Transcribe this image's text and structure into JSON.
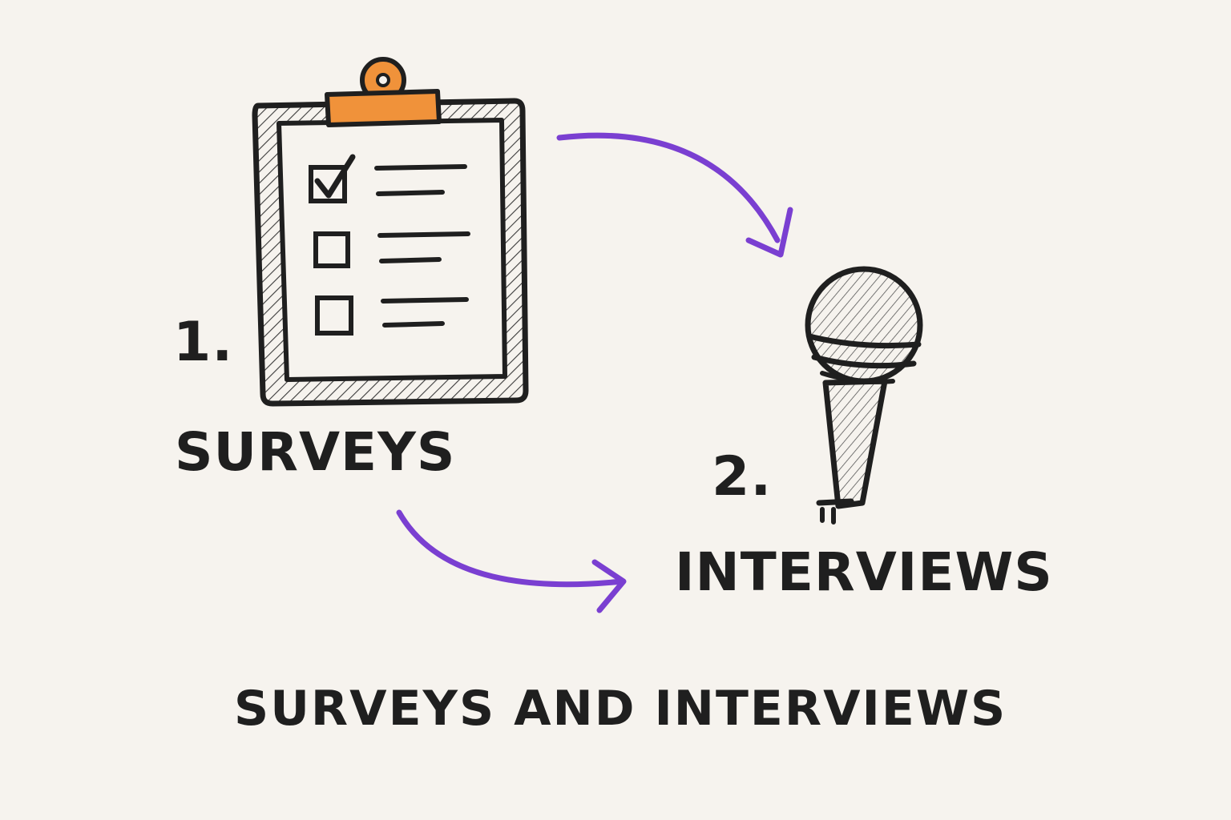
{
  "colors": {
    "background": "#f6f3ee",
    "ink": "#1f1f1f",
    "arrow": "#7a3fd1",
    "clip": "#f0923a"
  },
  "icons": {
    "step1": "clipboard-checklist-icon",
    "step2": "microphone-icon"
  },
  "steps": [
    {
      "number": "1.",
      "name": "SURVEYS"
    },
    {
      "number": "2.",
      "name": "INTERVIEWS"
    }
  ],
  "caption": "SURVEYS AND INTERVIEWS"
}
